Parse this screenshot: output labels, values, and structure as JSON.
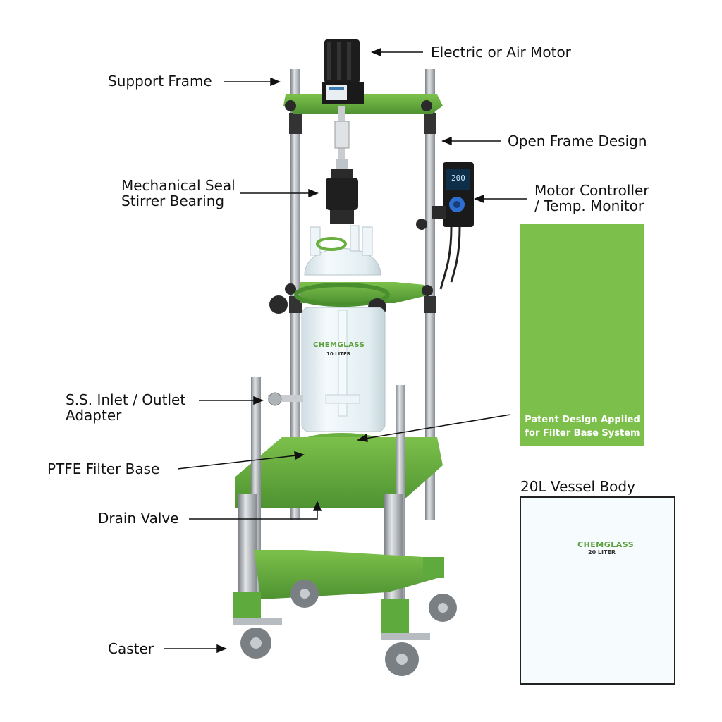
{
  "labels": {
    "motor": "Electric or Air Motor",
    "support_frame": "Support Frame",
    "open_frame": "Open Frame Design",
    "seal_line1": "Mechanical Seal",
    "seal_line2": "Stirrer Bearing",
    "controller_line1": "Motor Controller",
    "controller_line2": "/ Temp. Monitor",
    "inlet_line1": "S.S. Inlet / Outlet",
    "inlet_line2": "Adapter",
    "filter_base": "PTFE Filter Base",
    "drain_valve": "Drain Valve",
    "caster": "Caster"
  },
  "filter_panel": {
    "caption_line1": "Patent Design Applied",
    "caption_line2": "for Filter Base System",
    "background": "#7cc04b"
  },
  "vessel_inset": {
    "title": "20L Vessel Body",
    "brand": "CHEMGLASS",
    "volume": "20 LITER"
  },
  "main_vessel": {
    "brand": "CHEMGLASS",
    "volume": "10 LITER"
  },
  "controller_display": "200",
  "colors": {
    "frame_green": "#5faa3c",
    "frame_dark": "#3f7f2a",
    "steel": "#a9aeb3",
    "glass": "#e6f1f5",
    "knob": "#2a2a2a"
  }
}
